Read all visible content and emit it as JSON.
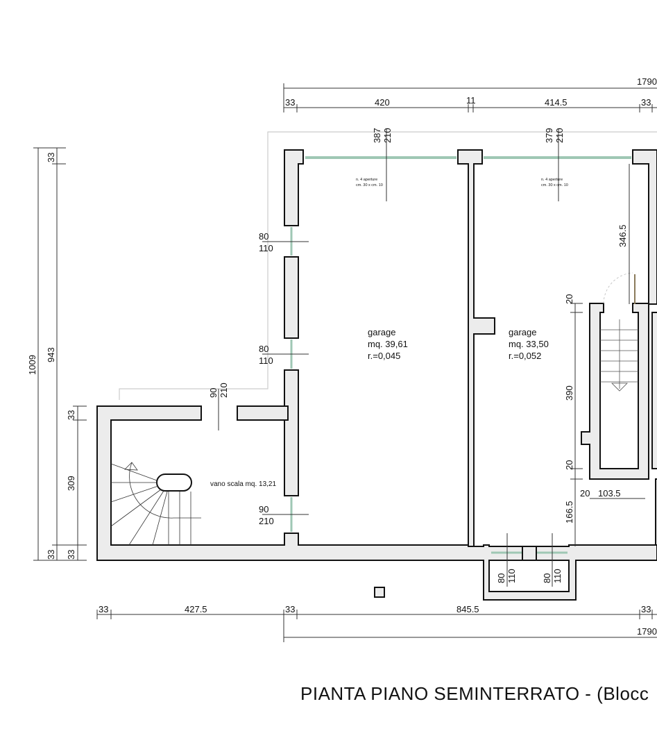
{
  "title": "PIANTA PIANO SEMINTERRATO - (Blocc",
  "rooms": {
    "garage_left": {
      "name": "garage",
      "area": "mq. 39,61",
      "ratio": "r.=0,045"
    },
    "garage_right": {
      "name": "garage",
      "area": "mq. 33,50",
      "ratio": "r.=0,052"
    },
    "stairwell": {
      "label": "vano scala mq. 13,21"
    }
  },
  "notes": {
    "openings_line1": "n. 4 aperture",
    "openings_line2": "cm. 30 x cm. 10"
  },
  "openings": {
    "top_left": {
      "w": "387",
      "h": "210"
    },
    "top_right": {
      "w": "379",
      "h": "210"
    },
    "side_window_1": {
      "w": "80",
      "h": "110"
    },
    "side_window_2": {
      "w": "80",
      "h": "110"
    },
    "door_top": {
      "w": "90",
      "h": "210"
    },
    "door_side": {
      "w": "90",
      "h": "210"
    },
    "bottom_window_1": {
      "w": "80",
      "h": "110"
    },
    "bottom_window_2": {
      "w": "80",
      "h": "110"
    }
  },
  "dimensions": {
    "top_total": "1790",
    "top": [
      "33",
      "420",
      "11",
      "414.5",
      "33"
    ],
    "bottom": [
      "33",
      "427.5",
      "33",
      "845.5",
      "33"
    ],
    "bottom_total": "1790",
    "left_total": "1009",
    "left_outer": [
      "33",
      "943",
      "33"
    ],
    "left_inner": [
      "33",
      "309",
      "33"
    ],
    "right": [
      "346.5",
      "20",
      "390",
      "20",
      "166.5",
      "20",
      "103.5"
    ]
  }
}
